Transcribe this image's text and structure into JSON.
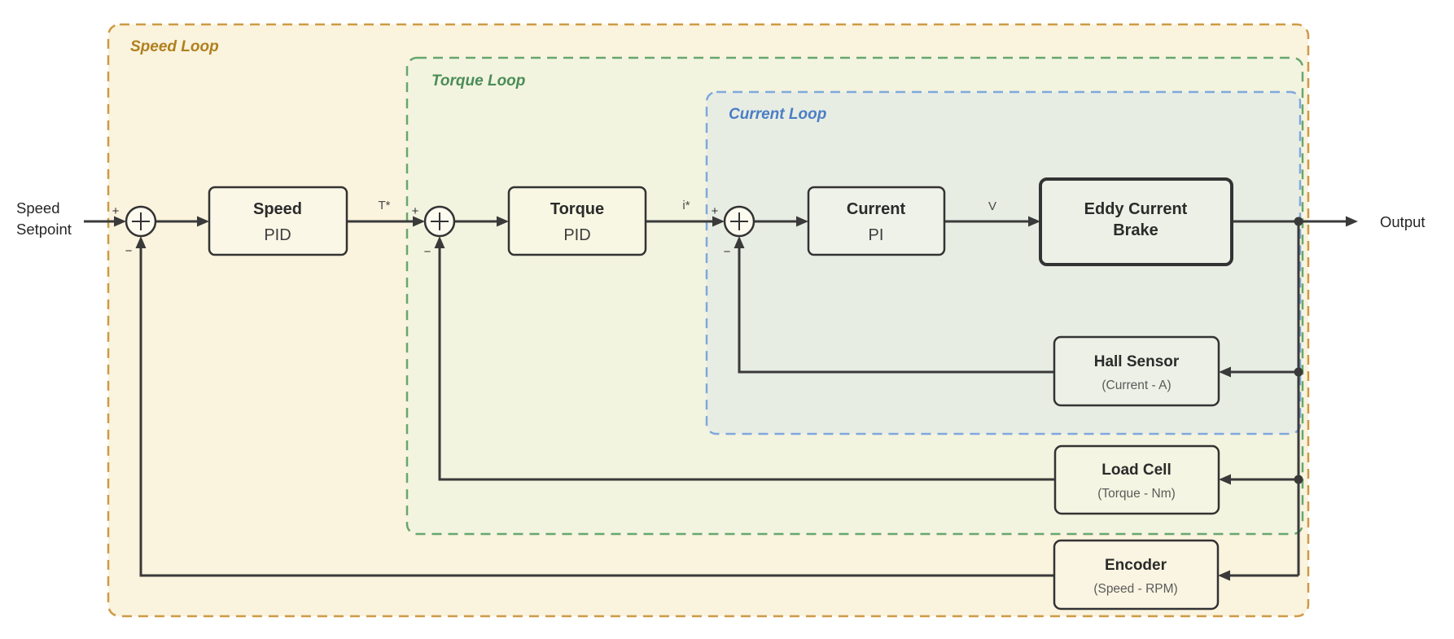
{
  "loops": {
    "speed": {
      "label": "Speed Loop",
      "label_color": "#B0801F",
      "border_color": "#CE9A45",
      "fill": "#FAF3DD"
    },
    "torque": {
      "label": "Torque Loop",
      "label_color": "#4A8D58",
      "border_color": "#66A76F",
      "fill": "#F3F4DF"
    },
    "current": {
      "label": "Current Loop",
      "label_color": "#4B7EC5",
      "border_color": "#7FA8DC",
      "fill": "#E8EDE4"
    }
  },
  "blocks": {
    "speed_pid": {
      "line1": "Speed",
      "line2": "PID",
      "fill": "#FBF7E7"
    },
    "torque_pid": {
      "line1": "Torque",
      "line2": "PID",
      "fill": "#F7F7E4"
    },
    "current_pi": {
      "line1": "Current",
      "line2": "PI",
      "fill": "#EFF2E9"
    },
    "eddy_brake": {
      "line1": "Eddy Current",
      "line2": "Brake",
      "fill": "#ECF0E6"
    },
    "hall_sensor": {
      "title": "Hall Sensor",
      "subtitle": "(Current - A)",
      "fill": "#ECF0E6"
    },
    "load_cell": {
      "title": "Load Cell",
      "subtitle": "(Torque - Nm)",
      "fill": "#F4F5E2"
    },
    "encoder": {
      "title": "Encoder",
      "subtitle": "(Speed - RPM)",
      "fill": "#FAF5E2"
    }
  },
  "io": {
    "input_line1": "Speed",
    "input_line2": "Setpoint",
    "output": "Output"
  },
  "signals": {
    "torque_ref": "T*",
    "current_ref": "i*",
    "voltage": "V"
  },
  "junction_signs": {
    "plus": "+",
    "minus": "−"
  },
  "style": {
    "line_color": "#3a3a3a",
    "block_border_color": "#333333",
    "junction_fill": "#FDFBF0"
  }
}
